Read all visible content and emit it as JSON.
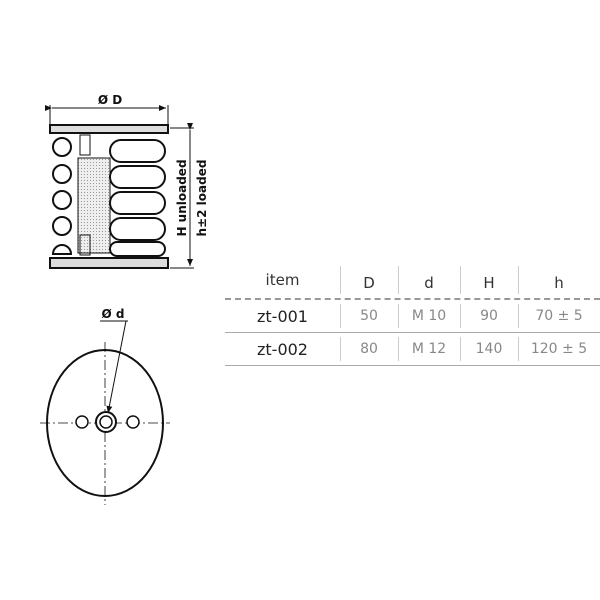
{
  "drawing": {
    "side_view": {
      "diameter_label": "Ø D",
      "height_unloaded_label": "H unloaded",
      "height_loaded_label": "h±2 loaded"
    },
    "bottom_view": {
      "bore_label": "Ø d"
    }
  },
  "table": {
    "headers": [
      "item",
      "D",
      "d",
      "H",
      "h"
    ],
    "rows": [
      [
        "zt-001",
        "50",
        "M 10",
        "90",
        "70 ± 5"
      ],
      [
        "zt-002",
        "80",
        "M 12",
        "140",
        "120 ± 5"
      ]
    ]
  }
}
